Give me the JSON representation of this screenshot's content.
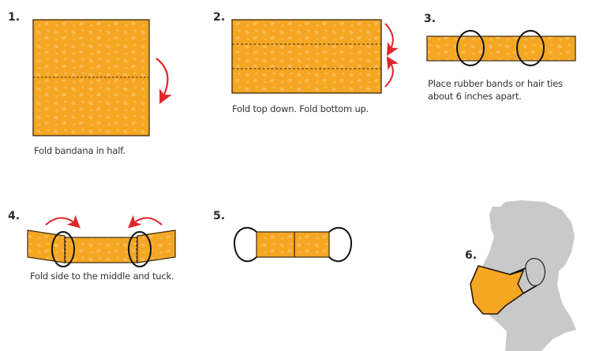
{
  "colors": {
    "fabric": "#F5A623",
    "fabric_pattern": "#F9C05E",
    "outline": "#3a2a10",
    "arrow": "#E0262B",
    "band": "#111111",
    "silhouette": "#C9C9C9",
    "text": "#333333"
  },
  "steps": [
    {
      "number": "1.",
      "caption": "Fold bandana in half."
    },
    {
      "number": "2.",
      "caption": "Fold top down. Fold bottom up."
    },
    {
      "number": "3.",
      "caption_line1": "Place rubber bands or hair ties",
      "caption_line2": "about 6 inches apart."
    },
    {
      "number": "4.",
      "caption": "Fold side to the middle and tuck."
    },
    {
      "number": "5.",
      "caption": ""
    },
    {
      "number": "6.",
      "caption": ""
    }
  ],
  "icons": {
    "fold_arrow": "curved-red-arrow",
    "rubber_band": "black-oval-loop",
    "head": "gray-head-profile-silhouette"
  }
}
